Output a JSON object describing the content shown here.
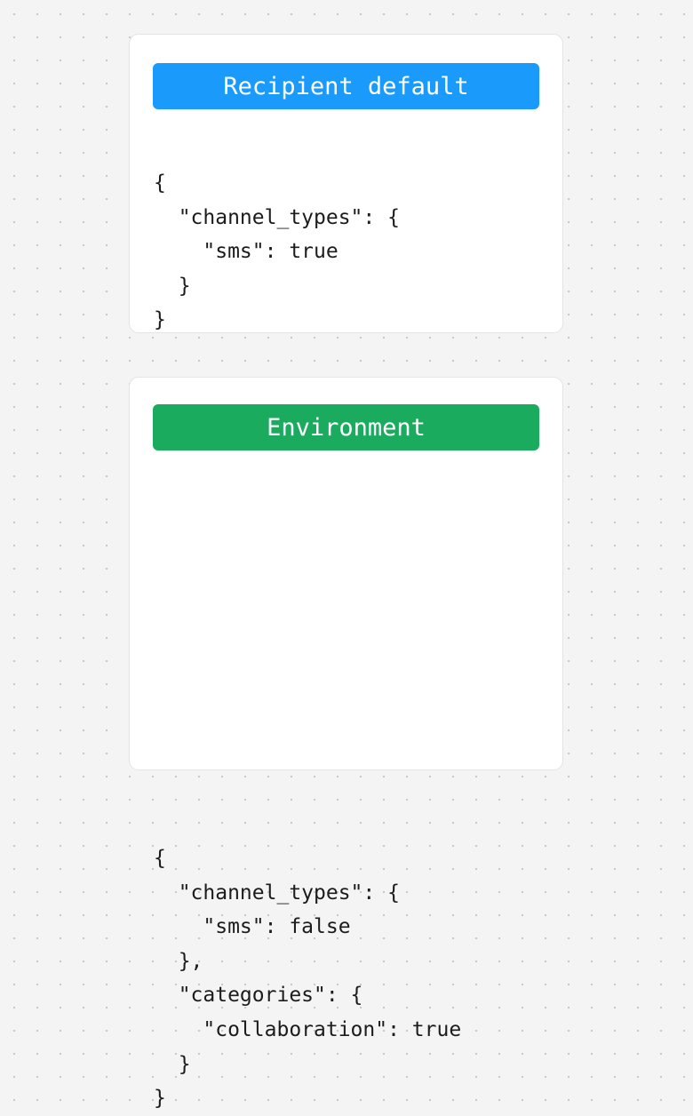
{
  "page": {
    "background_color": "#f4f4f4",
    "dot_color": "#c9c9c9"
  },
  "cards": [
    {
      "id": "recipient-default",
      "header_label": "Recipient default",
      "header_color": "#1a9bfc",
      "code_lines": [
        "{",
        "  \"channel_types\": {",
        "    \"sms\": true",
        "  }",
        "}"
      ],
      "code_text": "{\n  \"channel_types\": {\n    \"sms\": true\n  }\n}",
      "json_value": {
        "channel_types": {
          "sms": true
        }
      }
    },
    {
      "id": "environment",
      "header_label": "Environment",
      "header_color": "#1aab5e",
      "code_lines": [
        "{",
        "  \"channel_types\": {",
        "    \"sms\": false",
        "  },",
        "  \"categories\": {",
        "    \"collaboration\": true",
        "  }",
        "}"
      ],
      "code_text": "{\n  \"channel_types\": {\n    \"sms\": false\n  },\n  \"categories\": {\n    \"collaboration\": true\n  }\n}",
      "json_value": {
        "channel_types": {
          "sms": false
        },
        "categories": {
          "collaboration": true
        }
      }
    }
  ]
}
